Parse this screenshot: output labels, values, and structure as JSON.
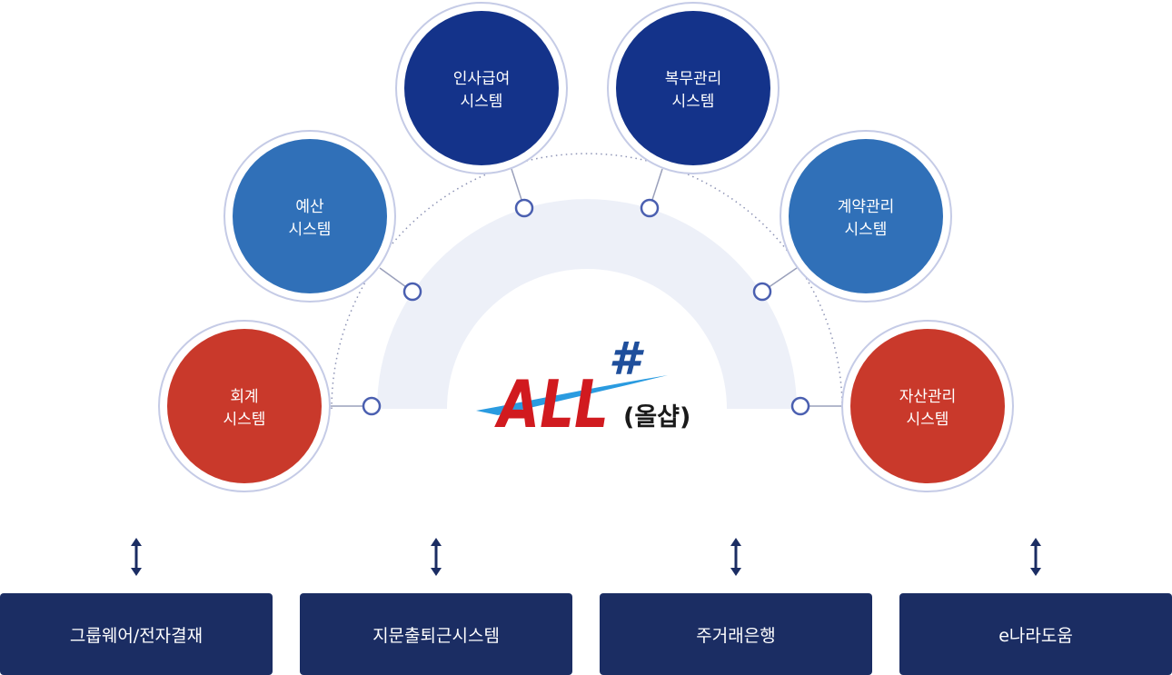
{
  "nodes": [
    {
      "id": "accounting",
      "lines": [
        "회계",
        "시스템"
      ],
      "color": "#c9392b"
    },
    {
      "id": "budget",
      "lines": [
        "예산",
        "시스템"
      ],
      "color": "#3070b8"
    },
    {
      "id": "hr-payroll",
      "lines": [
        "인사급여",
        "시스템"
      ],
      "color": "#14338a"
    },
    {
      "id": "attendance",
      "lines": [
        "복무관리",
        "시스템"
      ],
      "color": "#14338a"
    },
    {
      "id": "contract",
      "lines": [
        "계약관리",
        "시스템"
      ],
      "color": "#3070b8"
    },
    {
      "id": "asset",
      "lines": [
        "자산관리",
        "시스템"
      ],
      "color": "#c9392b"
    }
  ],
  "logo": {
    "main": "ALL",
    "mark": "#",
    "sub": "(올샵)"
  },
  "integrations": [
    {
      "label": "그룹웨어/전자결재"
    },
    {
      "label": "지문출퇴근시스템"
    },
    {
      "label": "주거래은행"
    },
    {
      "label": "e나라도움"
    }
  ],
  "colors": {
    "arc_fill": "#edf0f8",
    "connector_stroke": "#4a5fb0",
    "ring_stroke": "#c5cbe6",
    "box_fill": "#1b2d63",
    "logo_red": "#d11a1f",
    "logo_blue": "#1f4f9c",
    "swoosh": "#2a9be0"
  }
}
